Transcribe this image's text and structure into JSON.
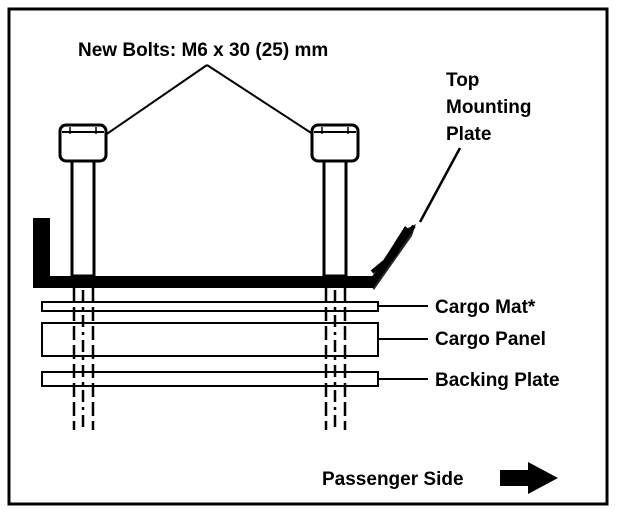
{
  "labels": {
    "bolts": "New Bolts: M6 x 30 (25) mm",
    "top_plate_line1": "Top",
    "top_plate_line2": "Mounting",
    "top_plate_line3": "Plate",
    "cargo_mat": "Cargo Mat*",
    "cargo_panel": "Cargo Panel",
    "backing_plate": "Backing Plate",
    "passenger_side": "Passenger Side"
  },
  "colors": {
    "ink": "#000000",
    "background": "#ffffff"
  }
}
